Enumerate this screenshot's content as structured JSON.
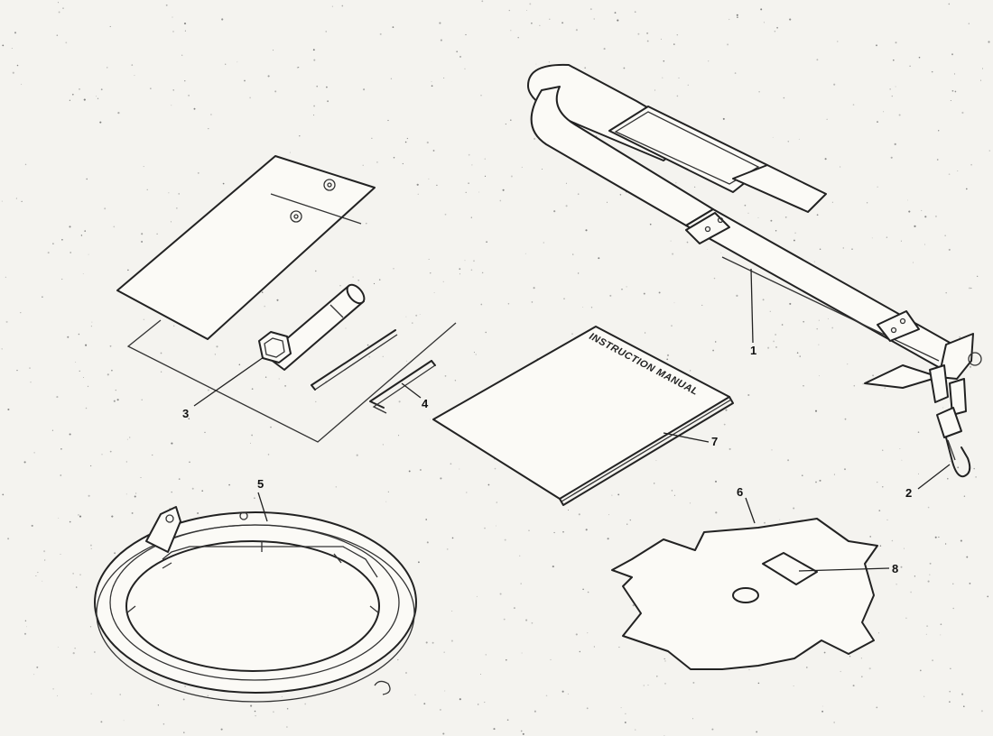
{
  "figure": {
    "parts": [
      {
        "number": "1",
        "item": "shoulder-harness"
      },
      {
        "number": "2",
        "item": "harness-hook"
      },
      {
        "number": "3",
        "item": "spark-plug-socket-wrench"
      },
      {
        "number": "4",
        "item": "hex-key-wrench"
      },
      {
        "number": "5",
        "item": "blade-guard-ring"
      },
      {
        "number": "6",
        "item": "four-tooth-blade"
      },
      {
        "number": "7",
        "item": "instruction-manual"
      },
      {
        "number": "8",
        "item": "blade-label"
      }
    ],
    "manual_cover_text": "INSTRUCTION MANUAL"
  }
}
